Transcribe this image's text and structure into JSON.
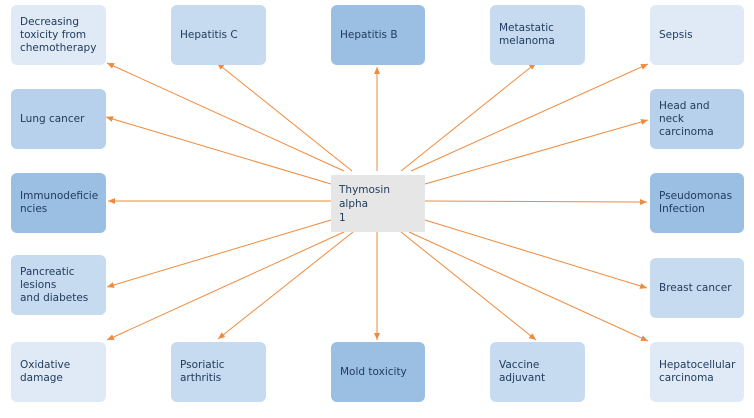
{
  "center": {
    "label": "Thymosin alpha\n1"
  },
  "nodes": [
    {
      "label": "Decreasing\ntoxicity from\nchemotherapy",
      "tone": "pale"
    },
    {
      "label": "Hepatitis C",
      "tone": "light"
    },
    {
      "label": "Hepatitis B",
      "tone": "dark"
    },
    {
      "label": "Metastatic\nmelanoma",
      "tone": "light"
    },
    {
      "label": "Sepsis",
      "tone": "pale"
    },
    {
      "label": "Lung cancer",
      "tone": "mid"
    },
    {
      "label": "Head and neck\ncarcinoma",
      "tone": "mid"
    },
    {
      "label": "Immunodeficie\nncies",
      "tone": "dark"
    },
    {
      "label": "Pseudomonas\nInfection",
      "tone": "dark"
    },
    {
      "label": "Pancreatic\nlesions\nand diabetes",
      "tone": "light"
    },
    {
      "label": "Breast cancer",
      "tone": "light"
    },
    {
      "label": "Oxidative\ndamage",
      "tone": "pale"
    },
    {
      "label": "Psoriatic\narthritis",
      "tone": "light"
    },
    {
      "label": "Mold toxicity",
      "tone": "dark"
    },
    {
      "label": "Vaccine\nadjuvant",
      "tone": "light"
    },
    {
      "label": "Hepatocellular\ncarcinoma",
      "tone": "pale"
    }
  ],
  "colors": {
    "arrow": "#f08a3c",
    "center_fill": "#e6e6e6",
    "text": "#1f3a5a"
  }
}
